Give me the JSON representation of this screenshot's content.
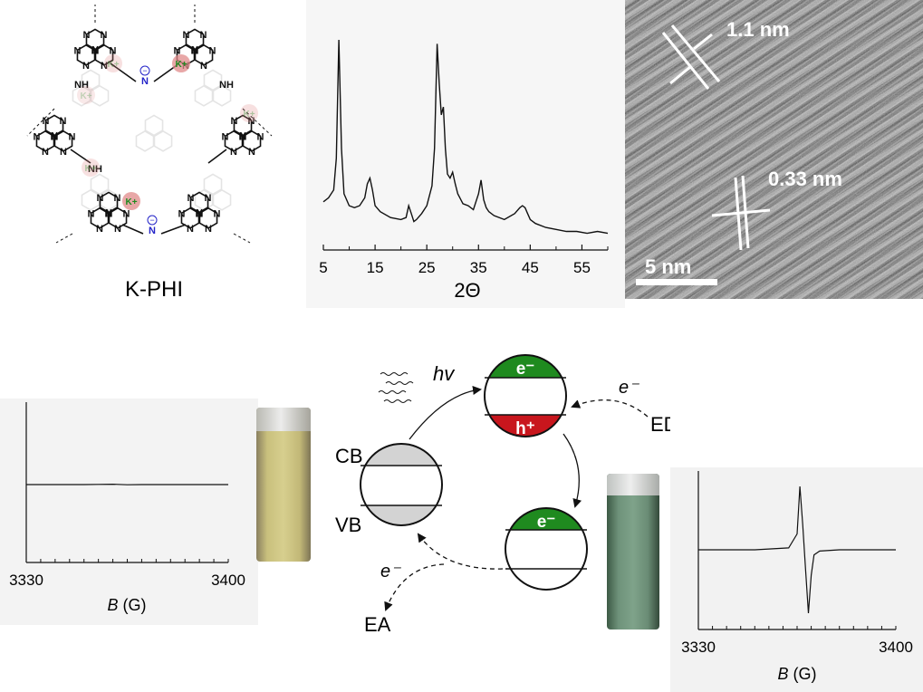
{
  "structure": {
    "label": "K-PHI",
    "cation": "K",
    "cation_charge": "+",
    "anion_atom": "N",
    "anion_charge": "−",
    "ring_atom": "N",
    "bridge_label": "NH"
  },
  "xrd": {
    "xlabel": "2Θ",
    "x_ticks": [
      "5",
      "15",
      "25",
      "35",
      "45",
      "55"
    ],
    "chart_data": {
      "type": "line",
      "xlim": [
        5,
        60
      ],
      "x": [
        5,
        6,
        7,
        7.5,
        8,
        8.5,
        9,
        10,
        11,
        12,
        13,
        13.5,
        14,
        14.5,
        15,
        16,
        18,
        20,
        21,
        21.5,
        22,
        22.5,
        23,
        24,
        25,
        26,
        26.5,
        27,
        27.4,
        27.8,
        28.2,
        28.6,
        29,
        29.5,
        30,
        30.5,
        31,
        32,
        33,
        34,
        35,
        35.5,
        36,
        36.5,
        37,
        38,
        40,
        42,
        43,
        43.5,
        44,
        44.5,
        45,
        46,
        48,
        50,
        52,
        54,
        56,
        58,
        60
      ],
      "y": [
        0.18,
        0.2,
        0.24,
        0.4,
        1.0,
        0.45,
        0.22,
        0.16,
        0.15,
        0.16,
        0.2,
        0.27,
        0.3,
        0.24,
        0.16,
        0.13,
        0.1,
        0.09,
        0.1,
        0.16,
        0.12,
        0.08,
        0.09,
        0.12,
        0.16,
        0.26,
        0.45,
        0.98,
        0.78,
        0.62,
        0.66,
        0.45,
        0.32,
        0.3,
        0.33,
        0.27,
        0.22,
        0.17,
        0.16,
        0.14,
        0.22,
        0.29,
        0.19,
        0.15,
        0.13,
        0.11,
        0.09,
        0.12,
        0.15,
        0.16,
        0.15,
        0.12,
        0.09,
        0.07,
        0.05,
        0.04,
        0.03,
        0.03,
        0.02,
        0.03,
        0.02
      ]
    }
  },
  "tem": {
    "label_large": "1.1 nm",
    "label_small": "0.33 nm",
    "scale_bar": "5 nm"
  },
  "epr_left": {
    "x_ticks": [
      "3330",
      "3400"
    ],
    "xlabel_symbol": "B",
    "xlabel_unit": " (G)",
    "chart_data": {
      "type": "line",
      "xlim": [
        3330,
        3400
      ],
      "x": [
        3330,
        3340,
        3350,
        3355,
        3360,
        3365,
        3370,
        3380,
        3390,
        3400
      ],
      "y": [
        0,
        0,
        0,
        0.01,
        0.02,
        -0.01,
        0,
        0,
        0,
        0
      ]
    }
  },
  "epr_right": {
    "x_ticks": [
      "3330",
      "3400"
    ],
    "xlabel_symbol": "B",
    "xlabel_unit": " (G)",
    "chart_data": {
      "type": "line",
      "xlim": [
        3330,
        3400
      ],
      "x": [
        3330,
        3350,
        3362,
        3365,
        3366,
        3367,
        3368,
        3369,
        3370,
        3371,
        3373,
        3380,
        3400
      ],
      "y": [
        0,
        0,
        0.03,
        0.25,
        1.0,
        0.4,
        -0.3,
        -1.0,
        -0.4,
        -0.08,
        -0.02,
        0,
        0
      ]
    }
  },
  "scheme": {
    "cb": "CB",
    "vb": "VB",
    "hv": "hv",
    "e_minus": "e⁻",
    "h_plus": "h⁺",
    "ed": "ED",
    "ea": "EA",
    "colors": {
      "electron": "#1f8a1f",
      "hole": "#c8161d",
      "band": "#d3d3d3"
    }
  }
}
